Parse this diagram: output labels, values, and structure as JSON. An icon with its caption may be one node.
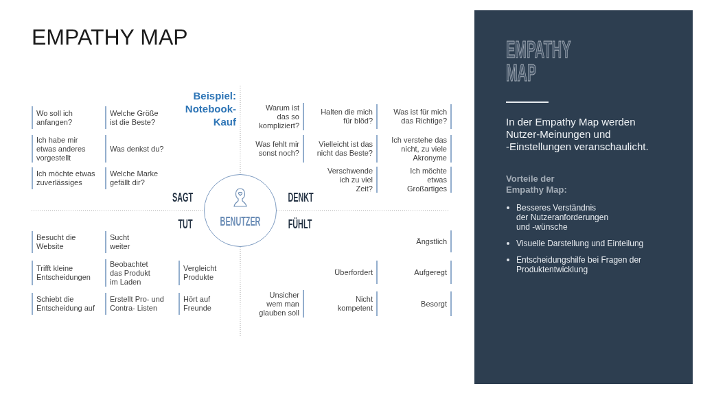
{
  "diagram": {
    "title": "EMPATHY MAP",
    "nodes": [
      {
        "text": [
          "BENUTZER"
        ]
      },
      {
        "text": [
          "EMPATHY MAP",
          "In der Empathy Map werden Nutzer-Meinungen und -Einstellungen veranschaulicht.",
          "Vorteile der Empathy Map:",
          "Besseres Verständnis der Nutzeranforderungen und -wünsche",
          "Visuelle Darstellung und Einteilung",
          "Entscheidungshilfe bei Fragen der Produktentwicklung"
        ]
      }
    ],
    "labels": [
      "Beispiel: Notebook-Kauf",
      "Wo soll ich anfangen?",
      "Welche Größe ist die Beste?",
      "Ich habe mir etwas anderes vorgestellt",
      "Was denkst du?",
      "Ich möchte etwas zuverlässiges",
      "Welche Marke gefällt dir?",
      "Warum ist das so kompliziert?",
      "Halten die mich für blöd?",
      "Was ist für mich das Richtige?",
      "Was fehlt mir sonst noch?",
      "Vielleicht ist das nicht das Beste?",
      "Ich verstehe das nicht, zu viele Akronyme",
      "Verschwende ich zu viel Zeit?",
      "Ich möchte etwas Großartiges",
      "SAGT",
      "DENKT",
      "TUT",
      "FÜHLT",
      "Besucht die Website",
      "Sucht weiter",
      "Trifft kleine Entscheidungen",
      "Beobachtet das Produkt im Laden",
      "Vergleicht Produkte",
      "Schiebt die Entscheidung auf",
      "Erstellt Pro- und Contra- Listen",
      "Hört auf Freunde",
      "Ängstlich",
      "Überfordert",
      "Aufgeregt",
      "Unsicher wem man glauben soll",
      "Nicht kompetent",
      "Besorgt"
    ]
  }
}
